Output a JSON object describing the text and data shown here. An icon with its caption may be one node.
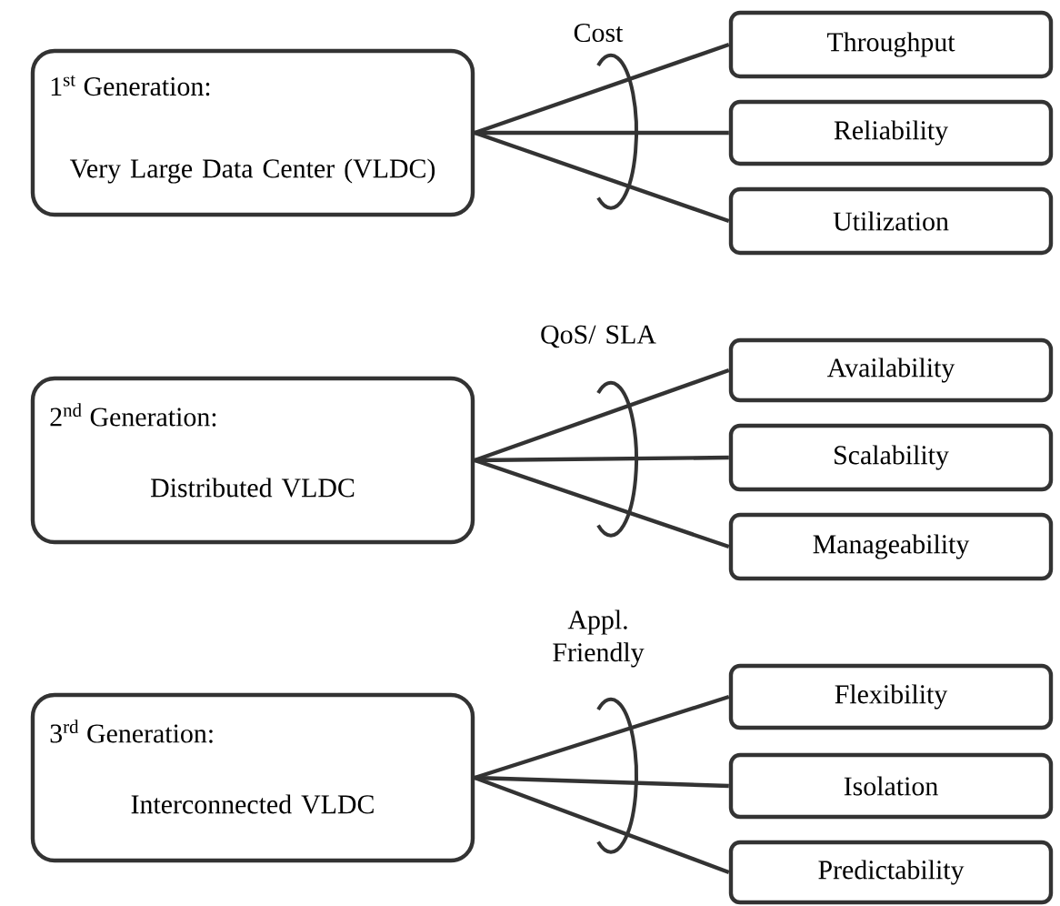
{
  "diagram": {
    "nodes": [
      {
        "text": [
          "1$^{st}$ Generation:",
          "Very Large Data Center (VLDC)"
        ]
      },
      {
        "text": [
          "Throughput"
        ]
      },
      {
        "text": [
          "Reliability"
        ]
      },
      {
        "text": [
          "Utilization"
        ]
      },
      {
        "text": [
          "2$^{nd}$ Generation:",
          "Distributed  VLDC"
        ]
      },
      {
        "text": [
          "Availability"
        ]
      },
      {
        "text": [
          "Scalability"
        ]
      },
      {
        "text": [
          "Manageability"
        ]
      },
      {
        "text": [
          "3$^{rd}$ Generation:",
          "Interconnected VLDC"
        ]
      },
      {
        "text": [
          "Flexibility"
        ]
      },
      {
        "text": [
          "Isolation"
        ]
      },
      {
        "text": [
          "Predictability"
        ]
      }
    ],
    "edges": [
      {
        "from": 0,
        "to": 1,
        "arrow": "none"
      },
      {
        "from": 0,
        "to": 2,
        "arrow": "none"
      },
      {
        "from": 0,
        "to": 3,
        "arrow": "none"
      },
      {
        "from": 4,
        "to": 5,
        "arrow": "none"
      },
      {
        "from": 4,
        "to": 6,
        "arrow": "none"
      },
      {
        "from": 4,
        "to": 7,
        "arrow": "none"
      },
      {
        "from": 8,
        "to": 9,
        "arrow": "none"
      },
      {
        "from": 8,
        "to": 10,
        "arrow": "none"
      },
      {
        "from": 8,
        "to": 11,
        "arrow": "none"
      }
    ],
    "labels": [
      "Cost",
      "QoS/ SLA",
      "Appl. Friendly"
    ]
  }
}
